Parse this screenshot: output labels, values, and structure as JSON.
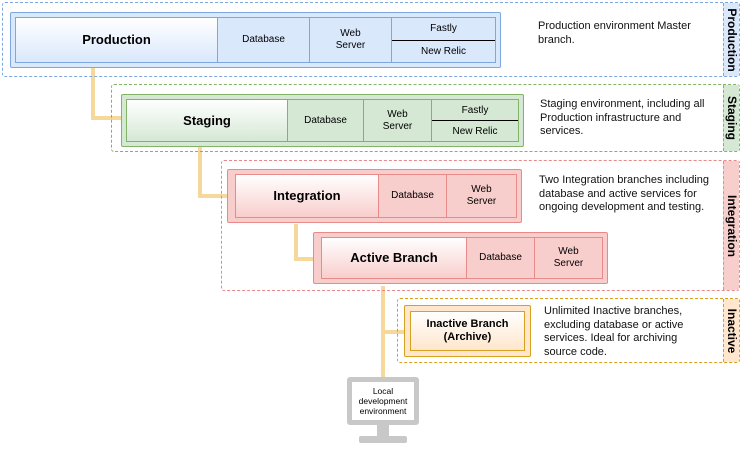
{
  "colors": {
    "production": "#7ea6e0",
    "staging": "#82b366",
    "integration": "#e88a8a",
    "inactive": "#d6a020",
    "connector": "#f5d89a"
  },
  "tiers": {
    "production": {
      "tab": "Production",
      "name": "Production",
      "database": "Database",
      "web_server": "Web\nServer",
      "fastly": "Fastly",
      "new_relic": "New Relic",
      "description": "Production environment Master branch."
    },
    "staging": {
      "tab": "Staging",
      "name": "Staging",
      "database": "Database",
      "web_server": "Web\nServer",
      "fastly": "Fastly",
      "new_relic": "New Relic",
      "description": "Staging environment, including all Production infrastructure and services."
    },
    "integration": {
      "tab": "Integration",
      "name": "Integration",
      "database": "Database",
      "web_server": "Web\nServer",
      "description": "Two Integration branches including database and active services for ongoing development and testing."
    },
    "active_branch": {
      "name": "Active Branch",
      "database": "Database",
      "web_server": "Web\nServer"
    },
    "inactive": {
      "tab": "Inactive",
      "name": "Inactive Branch\n(Archive)",
      "description": "Unlimited Inactive branches, excluding database or active services. Ideal for archiving source code."
    }
  },
  "local": {
    "label": "Local\ndevelopment\nenvironment"
  }
}
